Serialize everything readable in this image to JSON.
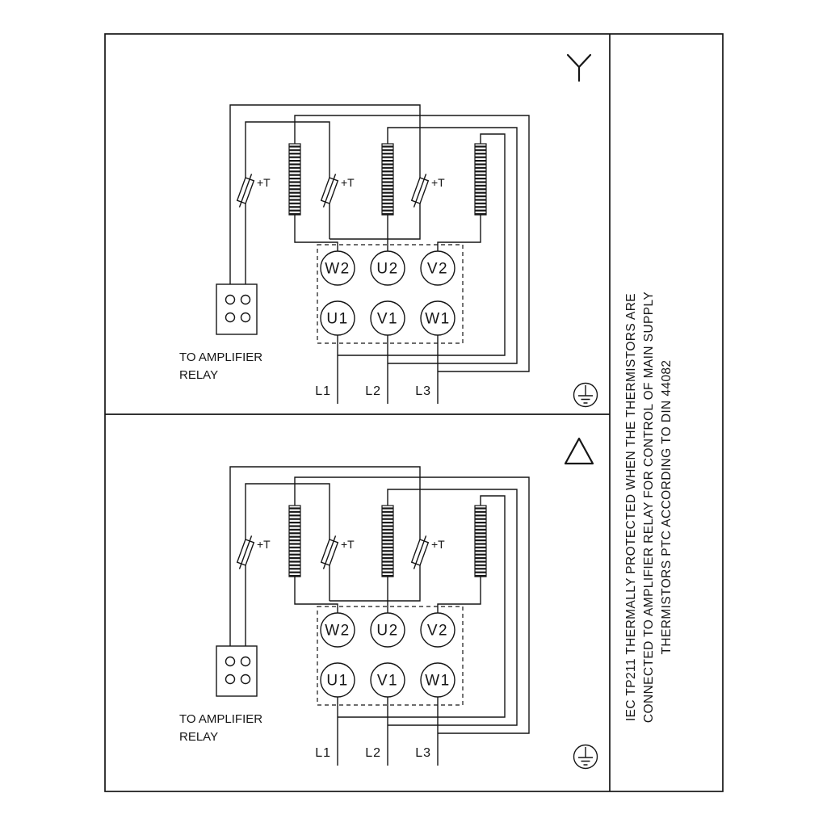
{
  "colors": {
    "ink": "#161616",
    "paper": "#ffffff"
  },
  "icons": {
    "top_panel": "star-connection-icon",
    "bottom_panel": "delta-connection-icon",
    "ground": "earth-ground-icon"
  },
  "panel": {
    "thermistor_label": "+T",
    "amplifier_note_line1": "TO AMPLIFIER",
    "amplifier_note_line2": "RELAY",
    "terminals_top": [
      "W2",
      "U2",
      "V2"
    ],
    "terminals_bottom": [
      "U1",
      "V1",
      "W1"
    ],
    "supply_lines": [
      "L1",
      "L2",
      "L3"
    ]
  },
  "side_note": {
    "line1": "IEC TP211 THERMALLY PROTECTED WHEN THE THERMISTORS ARE",
    "line2": "CONNECTED TO AMPLIFIER RELAY FOR CONTROL OF MAIN SUPPLY",
    "line3": "THERMISTORS PTC ACCORDING TO DIN 44082"
  }
}
